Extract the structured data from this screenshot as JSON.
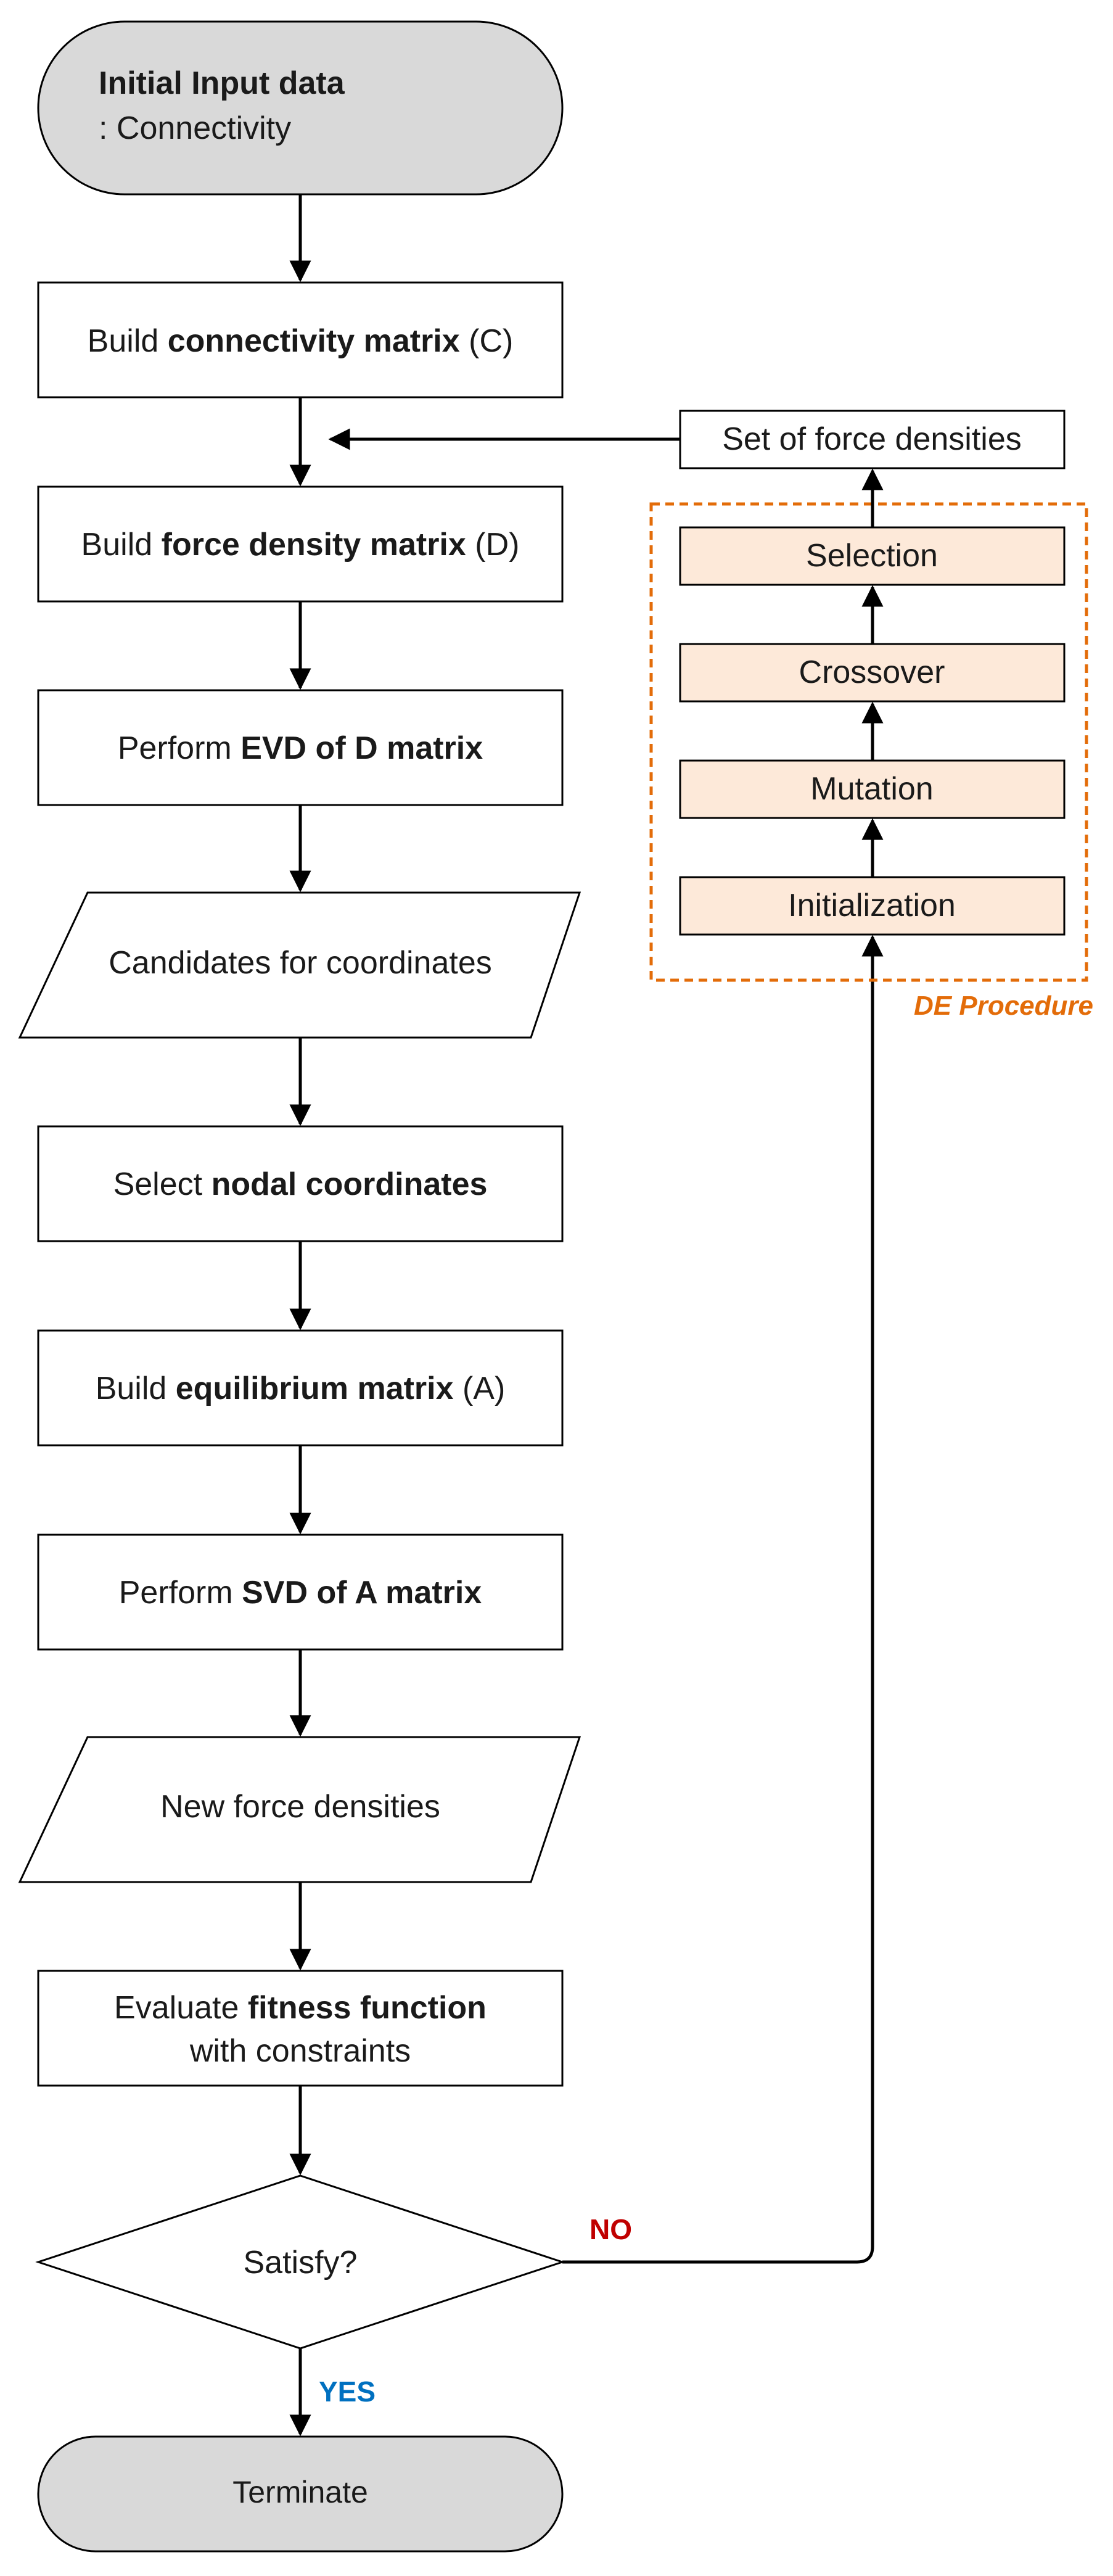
{
  "colors": {
    "terminal_fill": "#d9d9d9",
    "box_stroke": "#000000",
    "de_step_fill": "#fde9d9",
    "de_border": "#e36c09",
    "de_label": "#e36c09",
    "no_label": "#c00000",
    "yes_label": "#0070c0"
  },
  "flowchart": {
    "start": {
      "line1": "Initial Input data",
      "line2": ":  Connectivity"
    },
    "steps": [
      {
        "pre": "Build ",
        "em": "connectivity matrix",
        "post": " (C)"
      },
      {
        "pre": "Build ",
        "em": "force density matrix",
        "post": " (D)"
      },
      {
        "pre": "Perform ",
        "em": "EVD of D matrix",
        "post": ""
      },
      {
        "pre": "Candidates for coordinates",
        "em": "",
        "post": ""
      },
      {
        "pre": "Select ",
        "em": "nodal coordinates",
        "post": ""
      },
      {
        "pre": "Build ",
        "em": "equilibrium matrix",
        "post": " (A)"
      },
      {
        "pre": "Perform ",
        "em": "SVD of A matrix",
        "post": ""
      },
      {
        "pre": "New force densities",
        "em": "",
        "post": ""
      }
    ],
    "evaluate": {
      "pre": "Evaluate ",
      "em": "fitness function",
      "line2": "with constraints"
    },
    "decision": "Satisfy?",
    "yes_label": "YES",
    "no_label": "NO",
    "end": "Terminate"
  },
  "de_procedure": {
    "title": "DE Procedure",
    "output": "Set of force densities",
    "stages": [
      "Selection",
      "Crossover",
      "Mutation",
      "Initialization"
    ]
  }
}
